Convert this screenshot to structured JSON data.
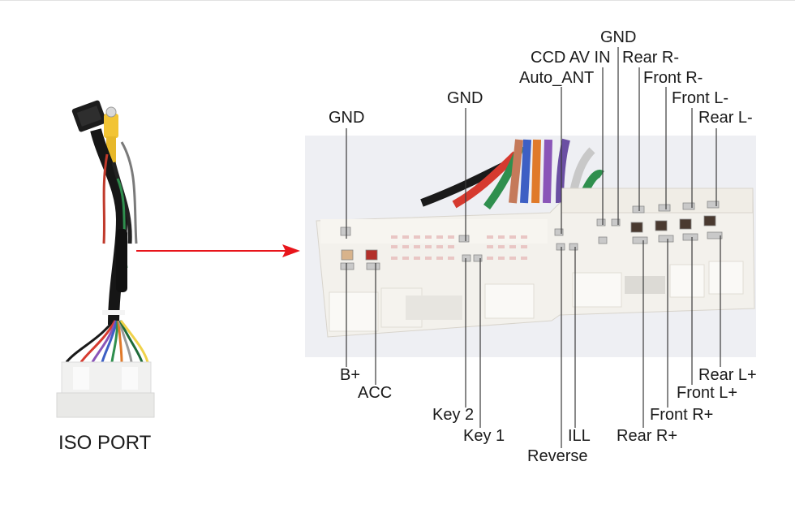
{
  "iso_port_label": "ISO PORT",
  "top_pins": {
    "gnd_left": "GND",
    "gnd_center": "GND",
    "auto_ant": "Auto_ANT",
    "ccd_av_in": "CCD AV IN",
    "gnd_top": "GND",
    "rear_r_minus": "Rear R-",
    "front_r_minus": "Front R-",
    "front_l_minus": "Front L-",
    "rear_l_minus": "Rear L-"
  },
  "bottom_pins": {
    "b_plus": "B+",
    "acc": "ACC",
    "key2": "Key 2",
    "key1": "Key 1",
    "ill": "ILL",
    "reverse": "Reverse",
    "rear_r_plus": "Rear R+",
    "front_r_plus": "Front R+",
    "front_l_plus": "Front L+",
    "rear_l_plus": "Rear L+"
  },
  "colors": {
    "arrow": "#e8151b",
    "connector_body": "#f3f1ec",
    "photo_background": "#eeeff3",
    "wire_colors": [
      "#1a1a1a",
      "#d63a2f",
      "#2f8f4e",
      "#3d5fc4",
      "#e07a2a",
      "#8a55b8",
      "#c8c8c8",
      "#f0d24a"
    ]
  }
}
